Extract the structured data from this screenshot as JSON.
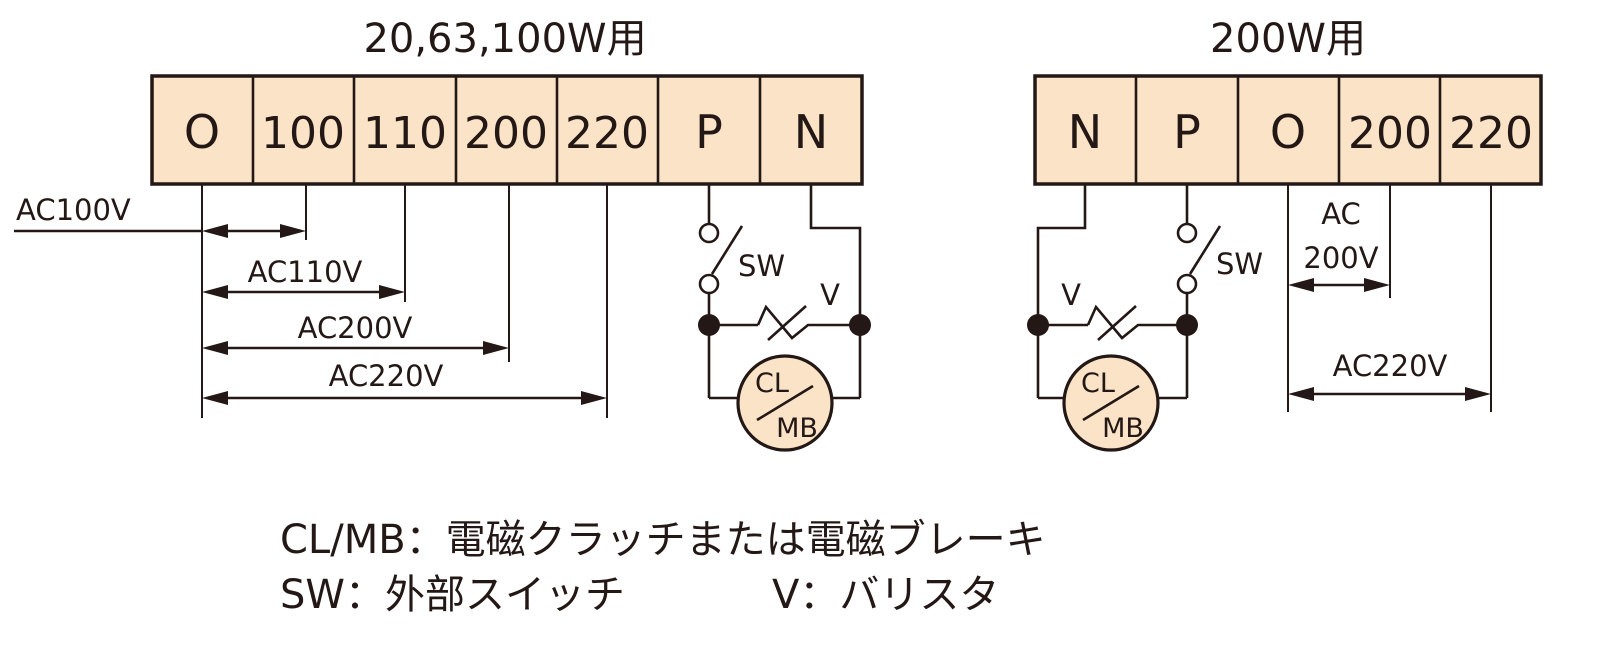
{
  "left": {
    "title": "20,63,100W用",
    "terminals": [
      "O",
      "100",
      "110",
      "200",
      "220",
      "P",
      "N"
    ],
    "voltages": [
      "AC100V",
      "AC110V",
      "AC200V",
      "AC220V"
    ],
    "switch_label": "SW",
    "varistor_label": "V",
    "motor_top": "CL",
    "motor_bottom": "MB"
  },
  "right": {
    "title": "200W用",
    "terminals": [
      "N",
      "P",
      "O",
      "200",
      "220"
    ],
    "voltage_ac200_line1": "AC",
    "voltage_ac200_line2": "200V",
    "voltage_ac220": "AC220V",
    "switch_label": "SW",
    "varistor_label": "V",
    "motor_top": "CL",
    "motor_bottom": "MB"
  },
  "legend": {
    "line1": "CL/MB：電磁クラッチまたは電磁ブレーキ",
    "line2_a": "SW：外部スイッチ",
    "line2_b": "V：バリスタ"
  }
}
